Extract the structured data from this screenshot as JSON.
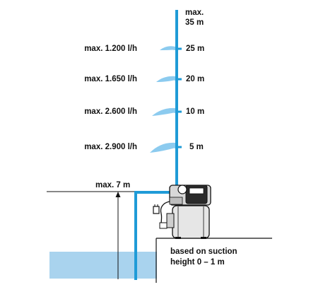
{
  "diagram": {
    "head_top_label_line1": "max.",
    "head_top_label_line2": "35 m",
    "levels": [
      {
        "height": "25 m",
        "flow": "max. 1.200 l/h"
      },
      {
        "height": "20 m",
        "flow": "max. 1.650 l/h"
      },
      {
        "height": "10 m",
        "flow": "max. 2.600 l/h"
      },
      {
        "height": "5 m",
        "flow": "max. 2.900 l/h"
      }
    ],
    "suction_max_label": "max. 7 m",
    "suction_note_line1": "based on suction",
    "suction_note_line2": "height 0 – 1 m"
  },
  "colors": {
    "pipe": "#1f9bd7",
    "water": "#a9d3ee",
    "spray": "#8ccbef",
    "lines": "#111111",
    "pump_body": "#d8d8d8"
  }
}
